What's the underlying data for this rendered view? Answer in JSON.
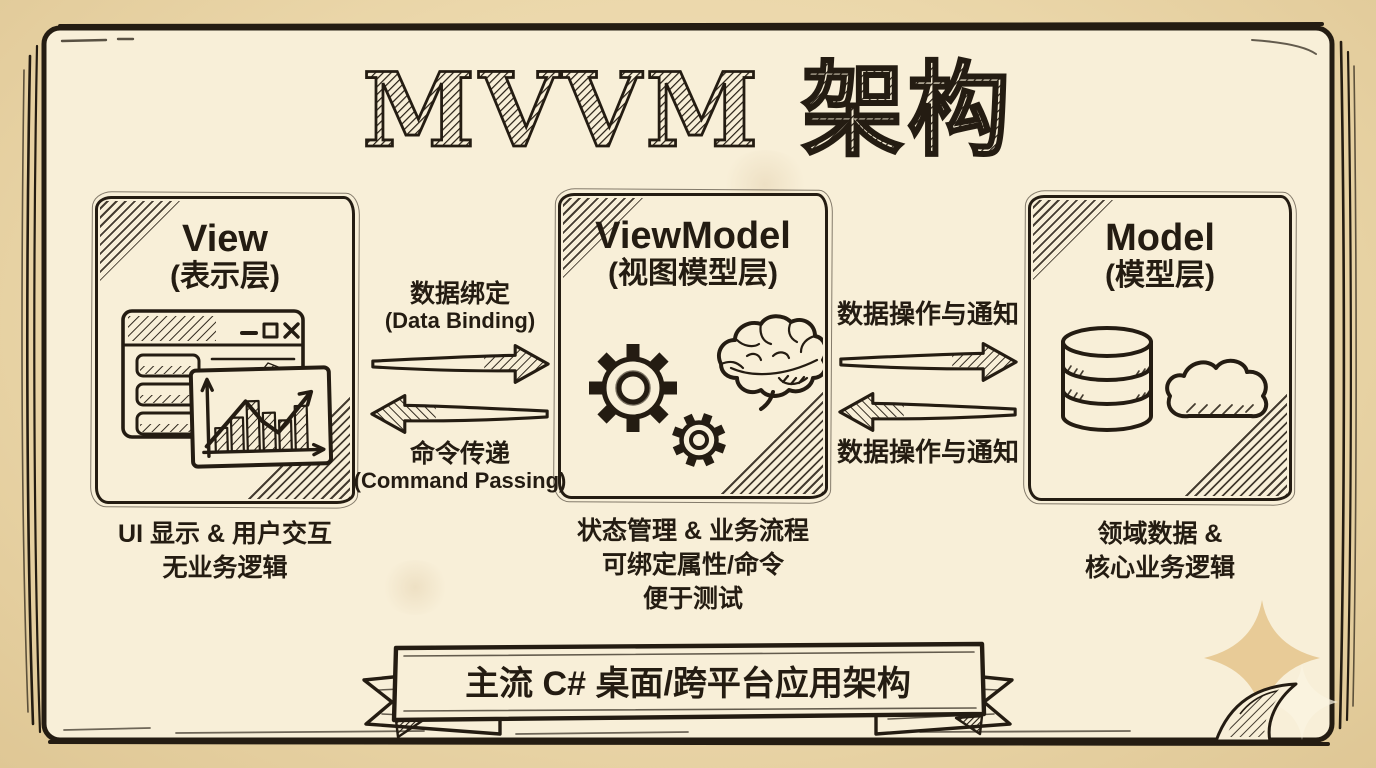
{
  "title": "MVVM 架构",
  "boxes": {
    "view": {
      "name": "View",
      "layer": "(表示层)",
      "desc_line1": "UI 显示 & 用户交互",
      "desc_line2": "无业务逻辑",
      "icon": "browser-window-with-chart"
    },
    "viewmodel": {
      "name": "ViewModel",
      "layer": "(视图模型层)",
      "desc_line1": "状态管理 & 业务流程",
      "desc_line2": "可绑定属性/命令",
      "desc_line3": "便于测试",
      "icon": "gears-and-brain"
    },
    "model": {
      "name": "Model",
      "layer": "(模型层)",
      "desc_line1": "领域数据 &",
      "desc_line2": "核心业务逻辑",
      "icon": "database-and-cloud"
    }
  },
  "arrows": {
    "view_to_viewmodel": {
      "direction": "right",
      "label_zh": "数据绑定",
      "label_en": "(Data Binding)"
    },
    "viewmodel_to_view": {
      "direction": "left",
      "label_zh": "命令传递",
      "label_en": "(Command Passing)"
    },
    "viewmodel_to_model": {
      "direction": "right",
      "label": "数据操作与通知"
    },
    "model_to_viewmodel": {
      "direction": "left",
      "label": "数据操作与通知"
    }
  },
  "banner": {
    "label": "主流 C# 桌面/跨平台应用架构"
  },
  "decorations": {
    "frame": "hand-drawn-book-page",
    "corner": "page-curl-bottom-right",
    "sparkle": "four-point-star"
  },
  "colors": {
    "ink": "#241c12",
    "paper": "#f8efd8",
    "bg": "#ecd8ad",
    "sparkle": "#e8cb97"
  }
}
